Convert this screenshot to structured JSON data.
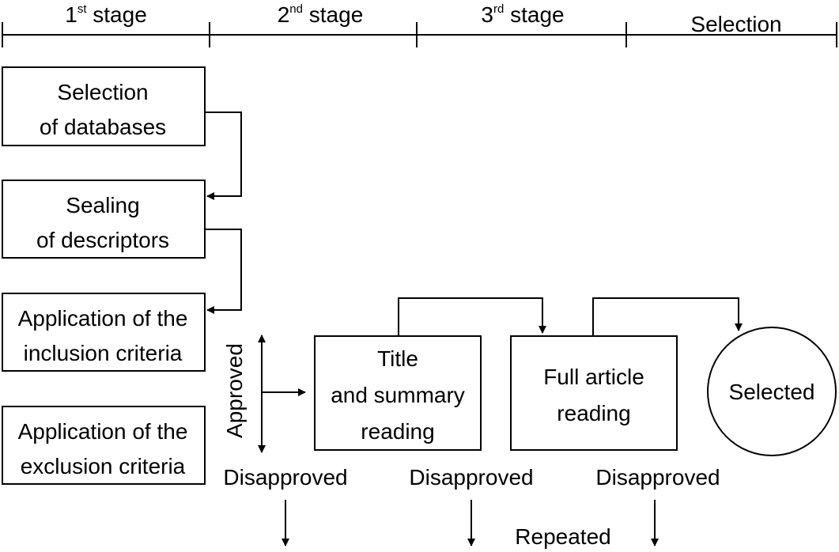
{
  "stages": [
    {
      "base": "1",
      "sup": "st",
      "rest": " stage"
    },
    {
      "base": "2",
      "sup": "nd",
      "rest": " stage"
    },
    {
      "base": "3",
      "sup": "rd",
      "rest": " stage"
    },
    {
      "base": "",
      "sup": "",
      "rest": "Selection"
    }
  ],
  "boxes": {
    "databases": [
      "Selection",
      "of databases"
    ],
    "descriptors": [
      "Sealing",
      "of descriptors"
    ],
    "inclusion": [
      "Application of the",
      "inclusion criteria"
    ],
    "exclusion": [
      "Application of the",
      "exclusion criteria"
    ],
    "title_summary": [
      "Title",
      "and summary",
      "reading"
    ],
    "full_article": [
      "Full article",
      "reading"
    ]
  },
  "selected": "Selected",
  "approved": "Approved",
  "disapproved": "Disapproved",
  "repeated": "Repeated"
}
